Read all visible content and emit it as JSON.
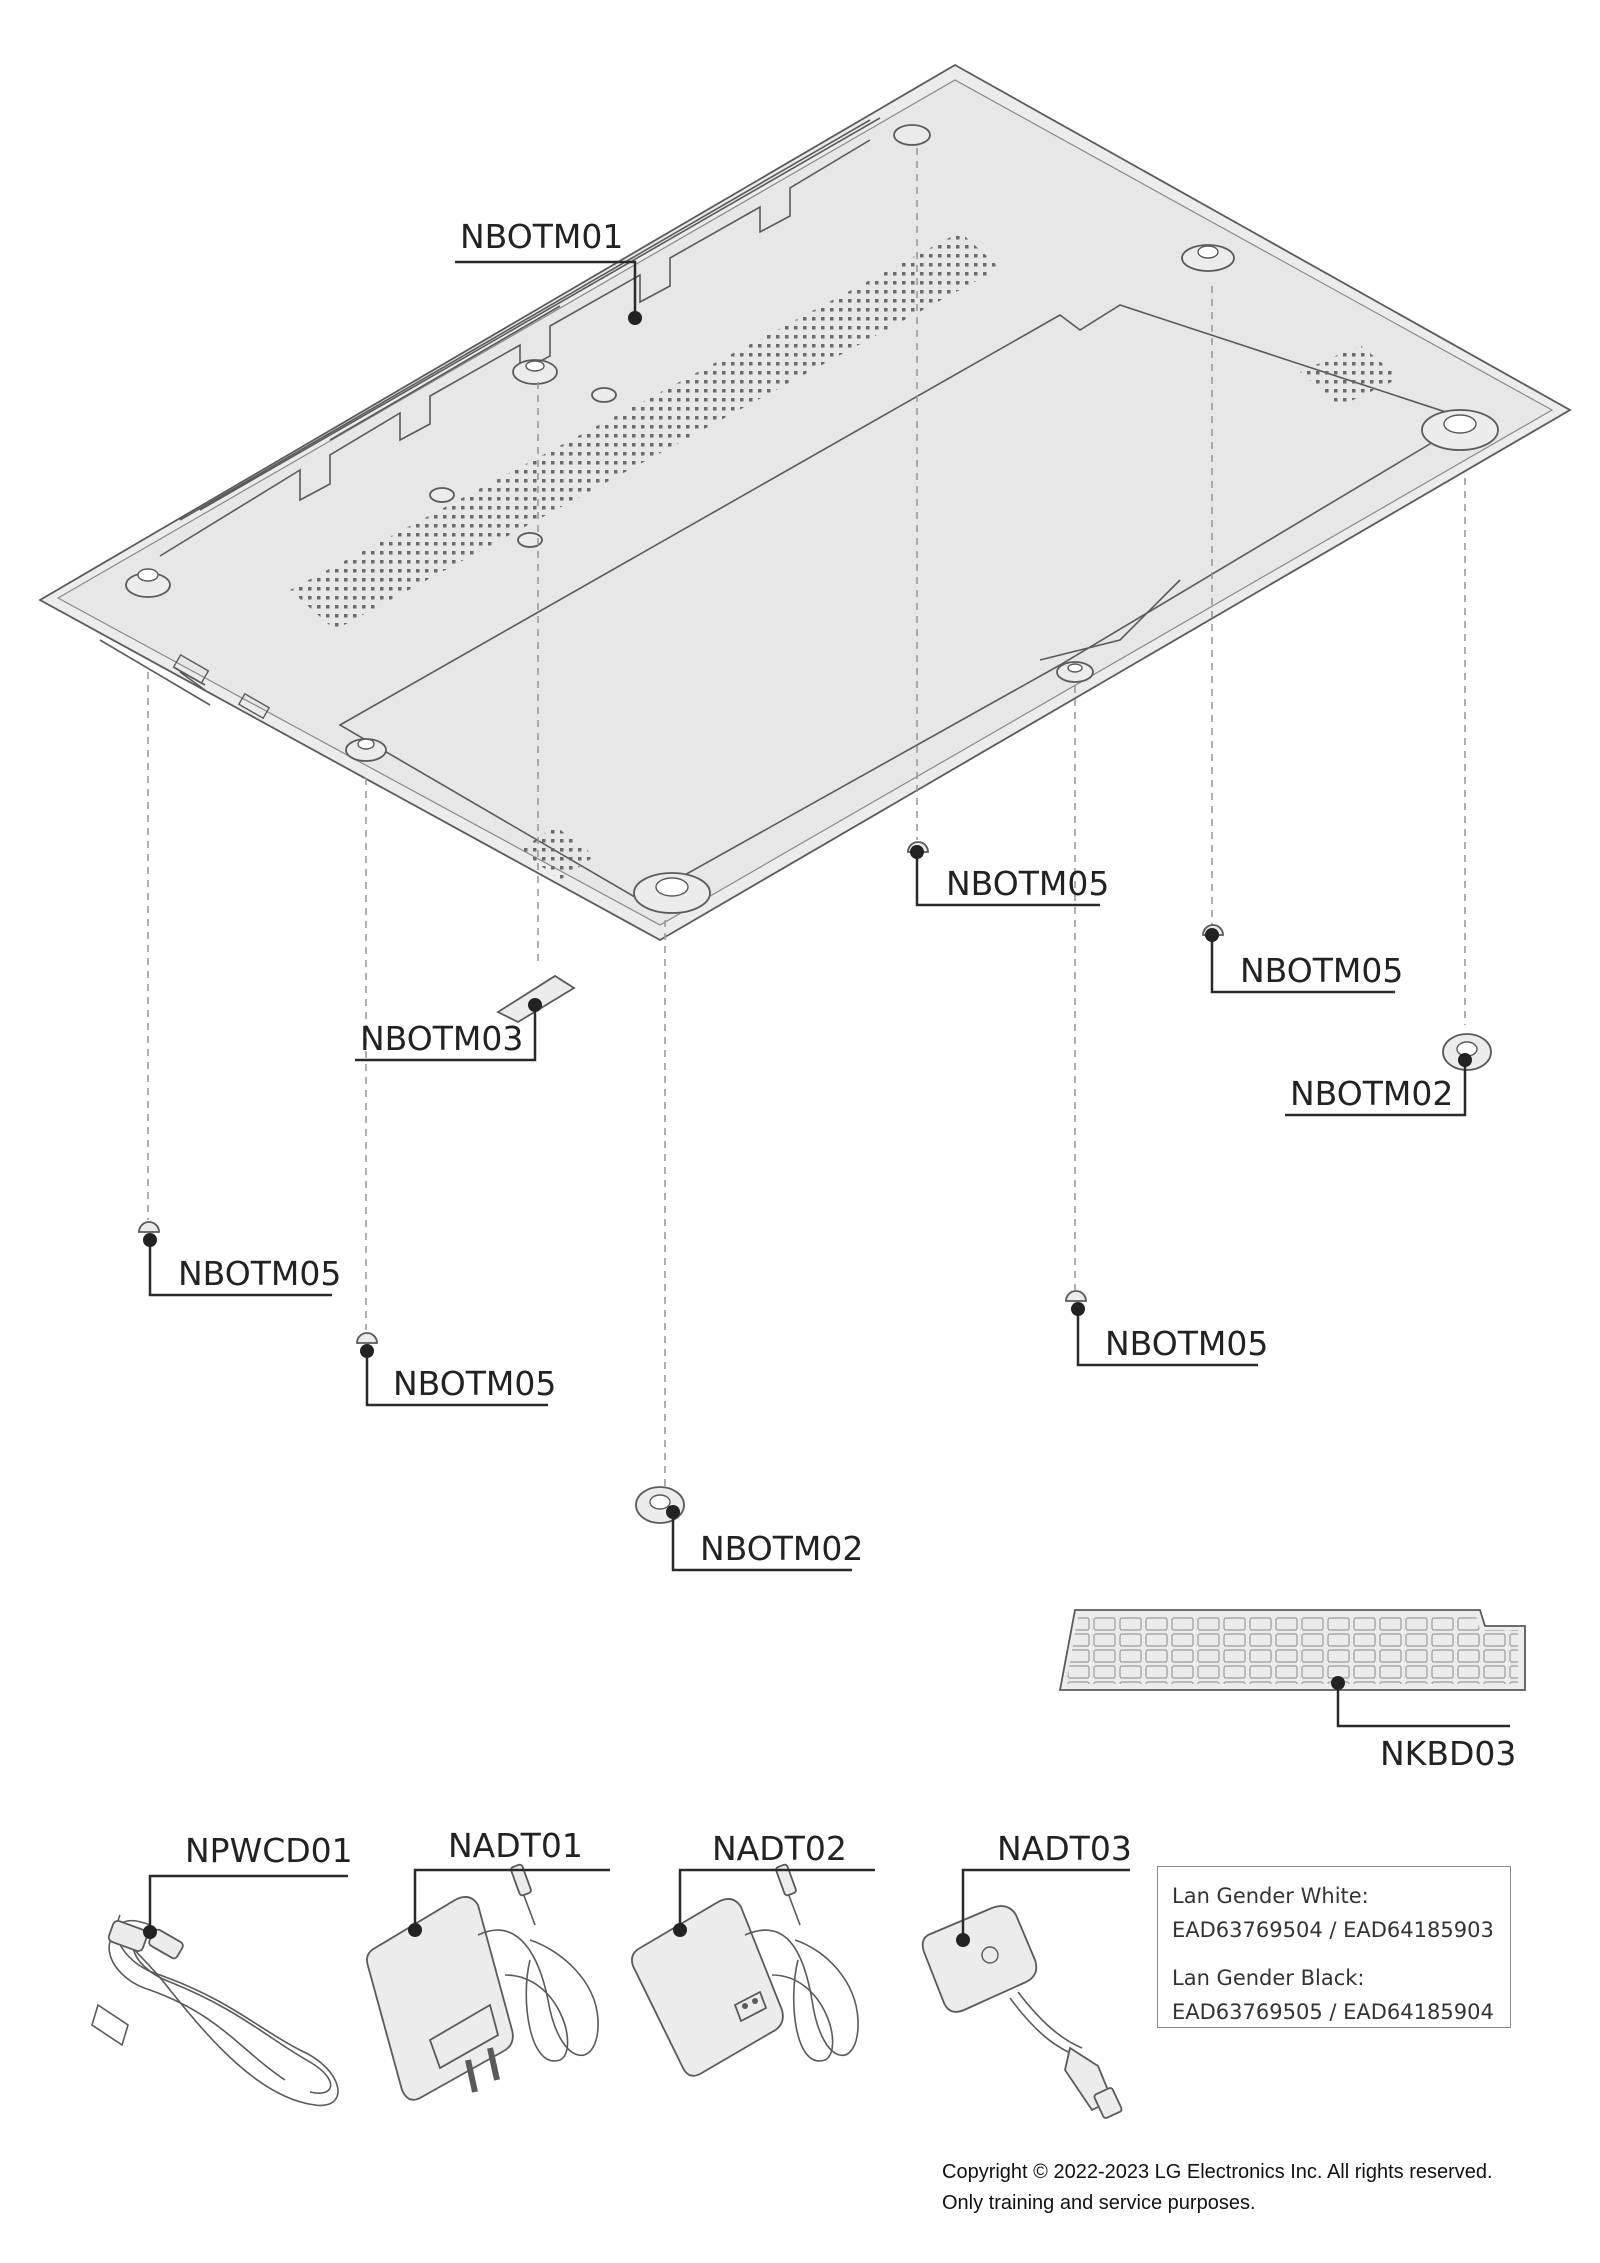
{
  "labels": {
    "nbotm01": "NBOTM01",
    "nbotm05_a": "NBOTM05",
    "nbotm05_b": "NBOTM05",
    "nbotm03": "NBOTM03",
    "nbotm02_a": "NBOTM02",
    "nbotm05_c": "NBOTM05",
    "nbotm05_d": "NBOTM05",
    "nbotm05_e": "NBOTM05",
    "nbotm02_b": "NBOTM02",
    "nkbd03": "NKBD03",
    "npwcd01": "NPWCD01",
    "nadt01": "NADT01",
    "nadt02": "NADT02",
    "nadt03": "NADT03"
  },
  "lan_gender": {
    "white_title": "Lan Gender White:",
    "white_codes": "EAD63769504 / EAD64185903",
    "black_title": "Lan Gender Black:",
    "black_codes": "EAD63769505 / EAD64185904"
  },
  "copyright": {
    "line1": "Copyright © 2022-2023 LG Electronics Inc. All rights reserved.",
    "line2": "Only training and service purposes."
  }
}
